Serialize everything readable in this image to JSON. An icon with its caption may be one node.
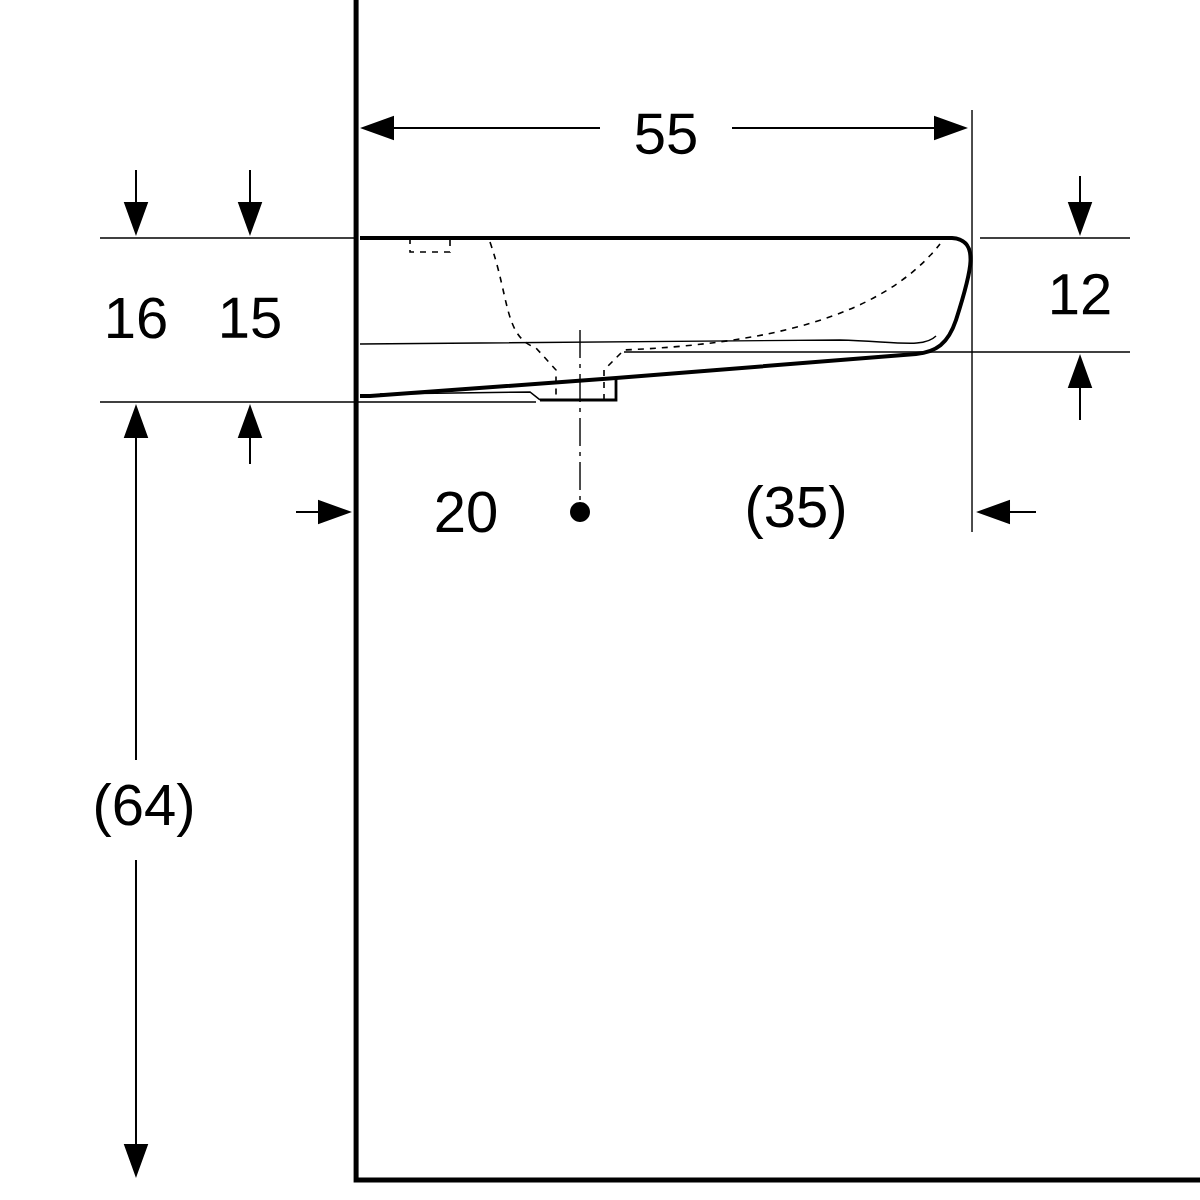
{
  "diagram": {
    "labels": [
      "55",
      "16",
      "15",
      "12",
      "20",
      "(35)",
      "(64)"
    ]
  }
}
